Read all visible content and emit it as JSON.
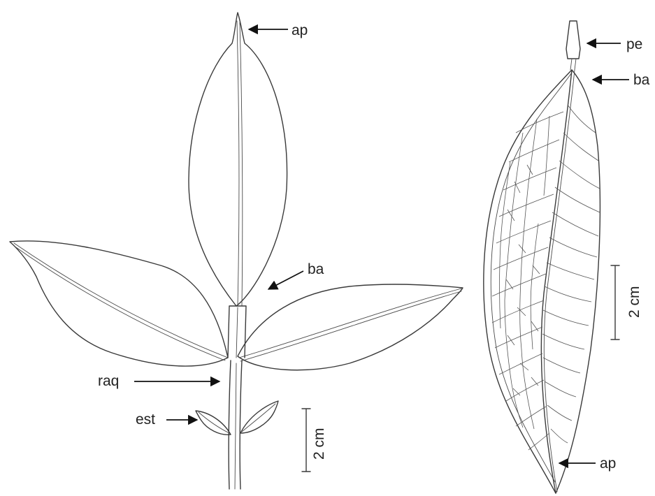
{
  "labels": {
    "left_apex": "ap",
    "left_base": "ba",
    "rachis": "raq",
    "stipule": "est",
    "left_scale": "2 cm",
    "right_petiolule": "pe",
    "right_base": "ba",
    "right_scale": "2 cm",
    "right_apex": "ap"
  },
  "colors": {
    "line": "#3a3a3a",
    "arrow": "#111111",
    "background": "#ffffff"
  }
}
